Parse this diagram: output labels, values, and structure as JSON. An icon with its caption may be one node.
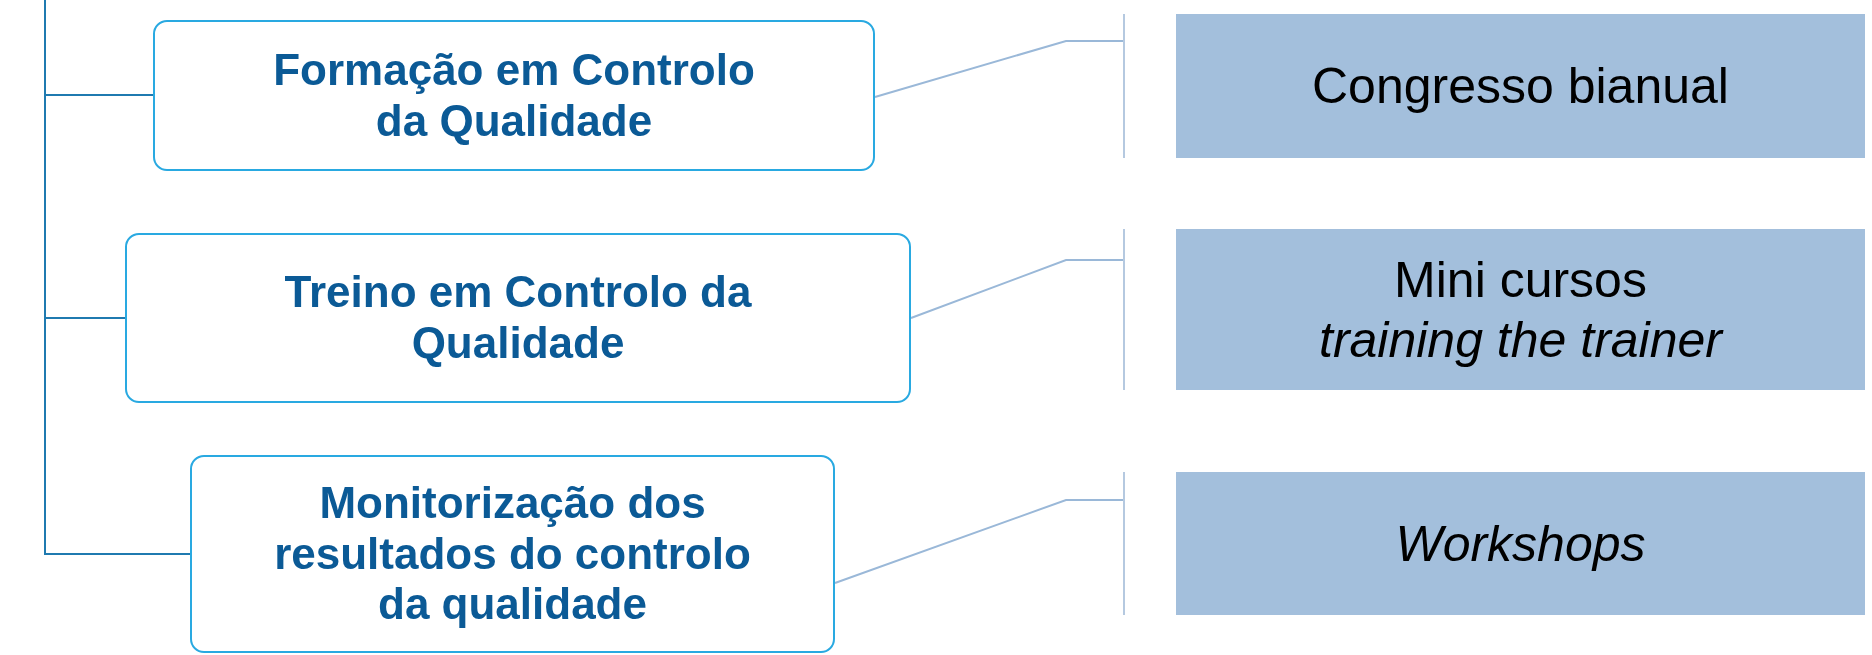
{
  "diagram": {
    "nodes": [
      {
        "text": [
          "Formação em Controlo da Qualidade"
        ]
      },
      {
        "text": [],
        "shape": "bar"
      },
      {
        "text": [
          "Congresso bianual"
        ]
      },
      {
        "text": [
          "Treino em Controlo da Qualidade"
        ]
      },
      {
        "text": [],
        "shape": "bar"
      },
      {
        "text": [
          "Mini cursos",
          "*training the trainer*"
        ]
      },
      {
        "text": [
          "Monitorização dos resultados do controlo da qualidade"
        ]
      },
      {
        "text": [],
        "shape": "bar"
      },
      {
        "text": [
          "*Workshops*"
        ]
      }
    ],
    "edges": [
      {
        "from": null,
        "to": 0,
        "arrow": "none"
      },
      {
        "from": null,
        "to": 3,
        "arrow": "none"
      },
      {
        "from": null,
        "to": 6,
        "arrow": "none"
      },
      {
        "from": 0,
        "to": 1,
        "arrow": "none",
        "color": "#9ab8d8"
      },
      {
        "from": 3,
        "to": 4,
        "arrow": "none",
        "color": "#9ab8d8"
      },
      {
        "from": 6,
        "to": 7,
        "arrow": "none",
        "color": "#9ab8d8"
      }
    ]
  }
}
